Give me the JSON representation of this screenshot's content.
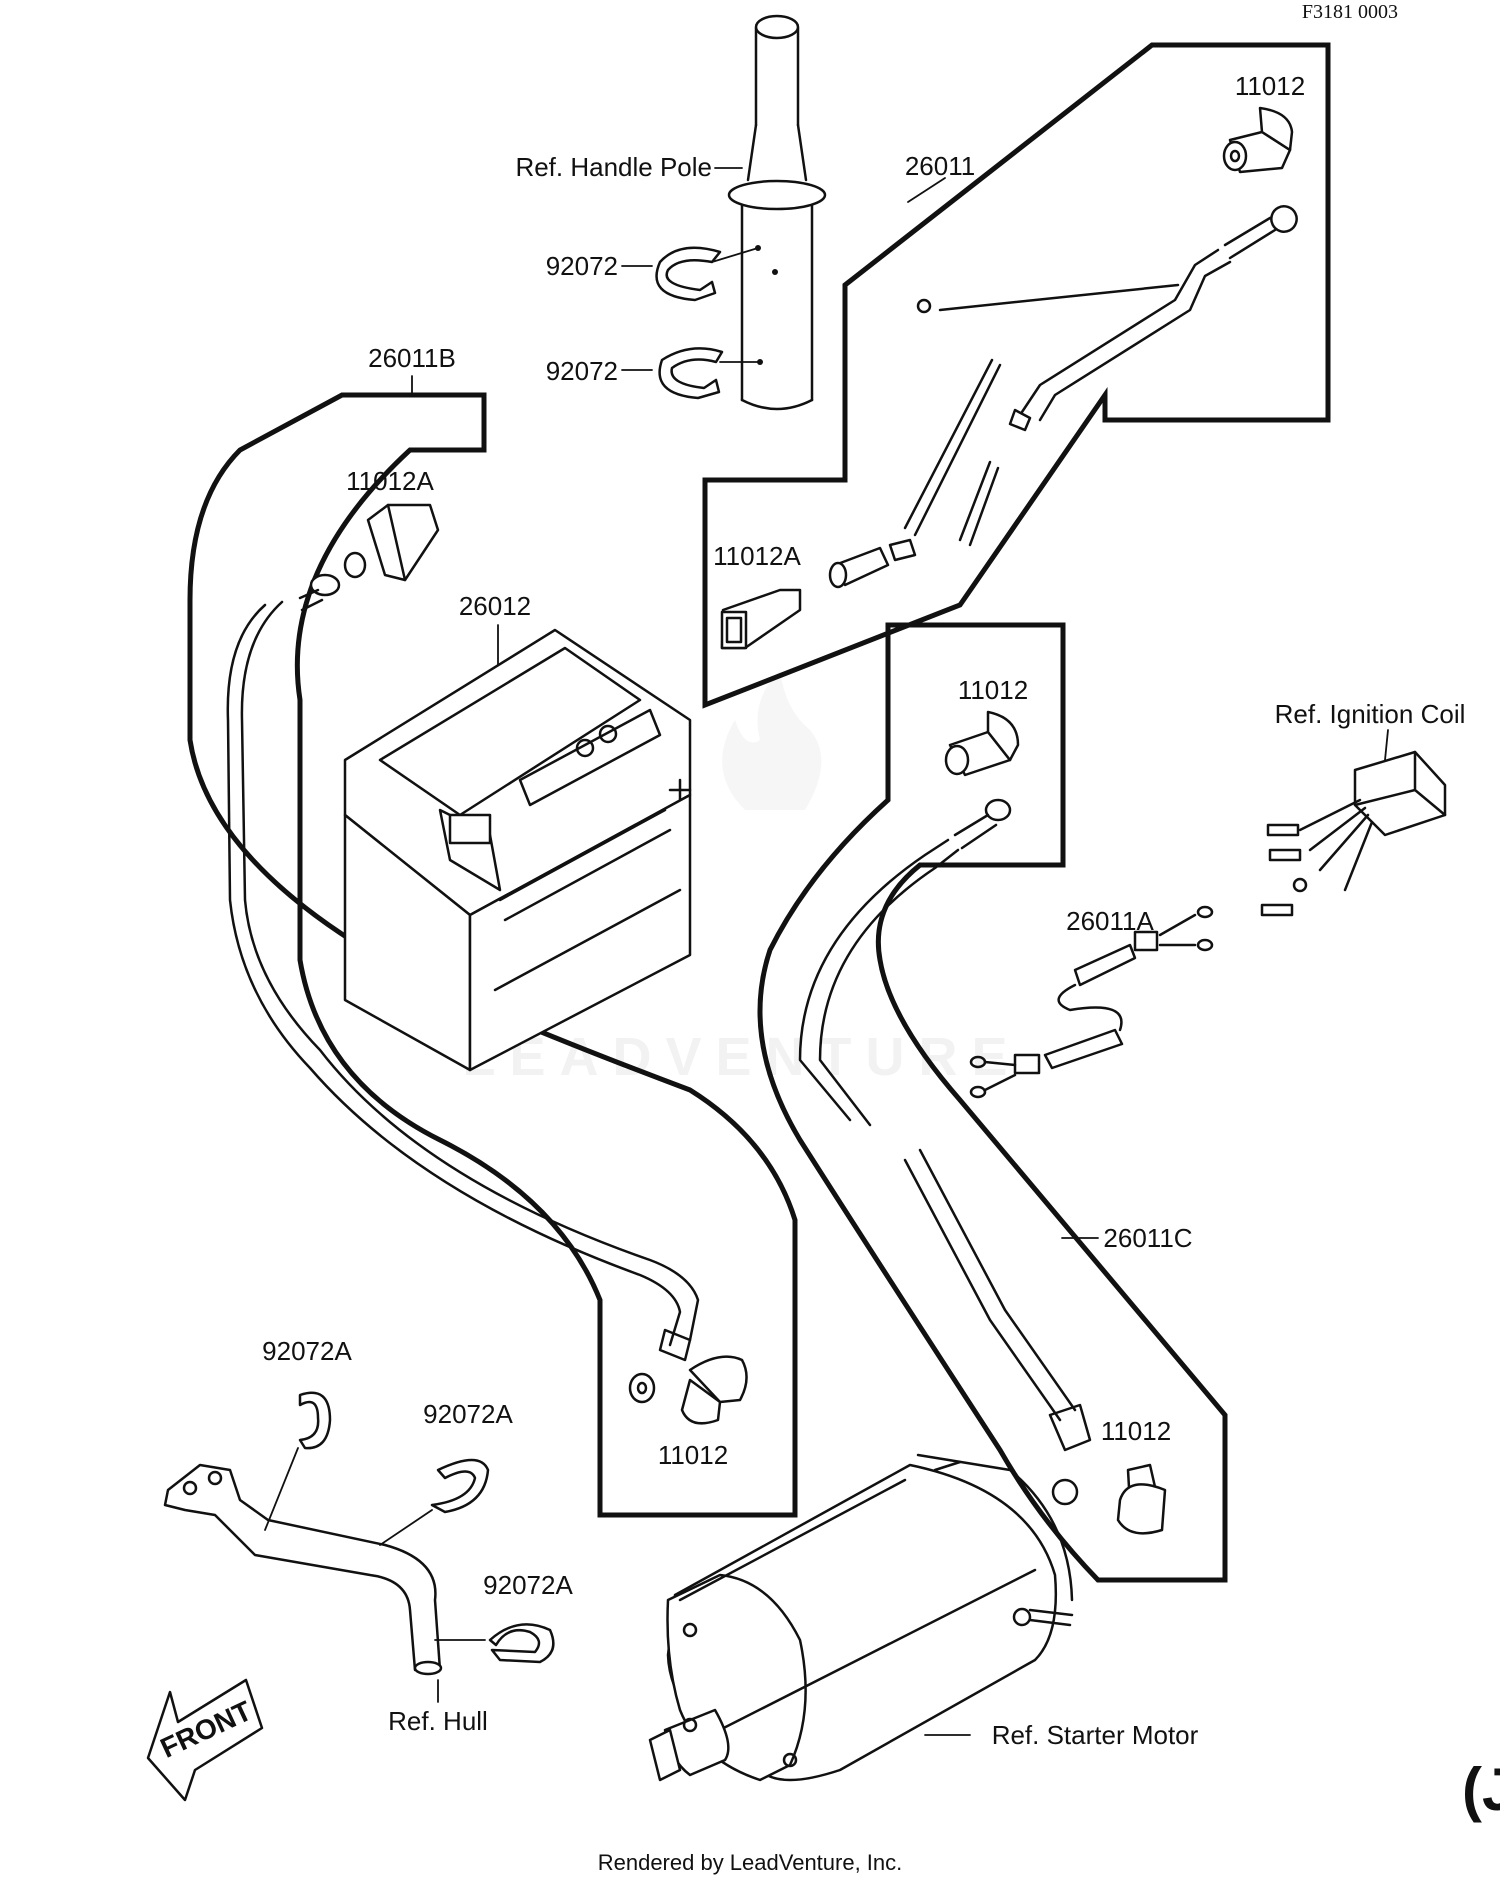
{
  "diagram": {
    "doc_code": "F3181 0003",
    "footer": "Rendered by LeadVenture, Inc.",
    "watermark": "LEADVENTURE",
    "corner_mark": "(J",
    "front_arrow": "FRONT",
    "labels": {
      "ref_handle_pole": "Ref. Handle Pole",
      "p92072_top": "92072",
      "p92072_bottom": "92072",
      "p26011": "26011",
      "p11012_top": "11012",
      "p26011b": "26011B",
      "p11012a_left": "11012A",
      "p26012": "26012",
      "p11012a_mid": "11012A",
      "p11012_mid": "11012",
      "ref_ignition_coil": "Ref. Ignition Coil",
      "p26011a": "26011A",
      "p26011c": "26011C",
      "p92072a_1": "92072A",
      "p92072a_2": "92072A",
      "p92072a_3": "92072A",
      "p11012_bottom_left": "11012",
      "p11012_bottom_right": "11012",
      "ref_hull": "Ref. Hull",
      "ref_starter_motor": "Ref. Starter Motor"
    }
  }
}
